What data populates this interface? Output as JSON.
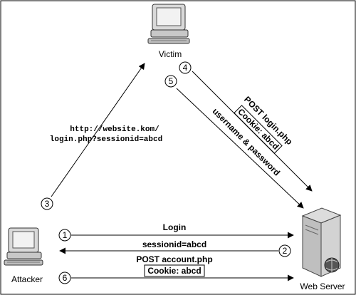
{
  "nodes": {
    "victim": {
      "label": "Victim"
    },
    "attacker": {
      "label": "Attacker"
    },
    "server": {
      "label": "Web Server"
    }
  },
  "steps": {
    "one": "1",
    "two": "2",
    "three": "3",
    "four": "4",
    "five": "5",
    "six": "6"
  },
  "labels": {
    "url_line1": "http://website.kom/",
    "url_line2": "login.php?sessionid=abcd",
    "post_login": "POST login.php",
    "cookie_victim": "Cookie: abcd",
    "username_password": "username & password",
    "login": "Login",
    "sessionid": "sessionid=abcd",
    "post_account": "POST account.php",
    "cookie_attacker": "Cookie: abcd"
  }
}
